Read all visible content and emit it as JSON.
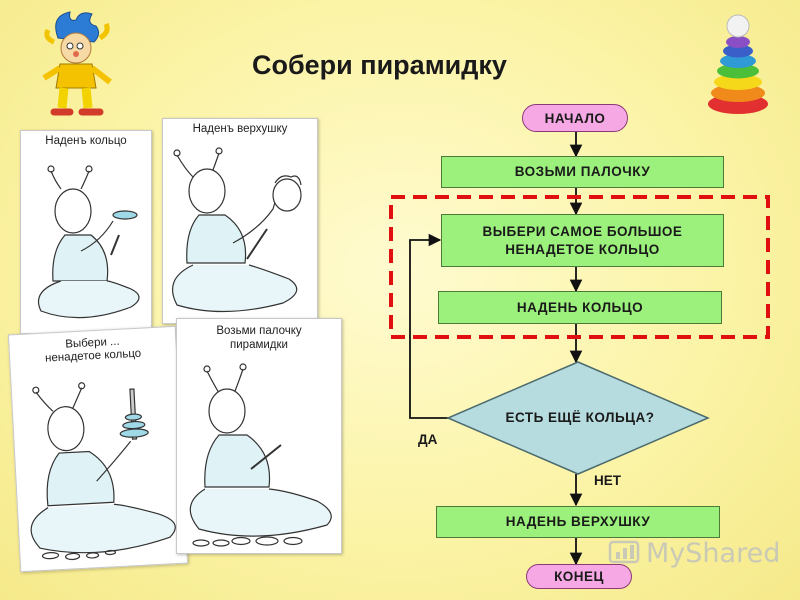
{
  "title": "Собери пирамидку",
  "cards": [
    {
      "caption": "Наденъ кольцо"
    },
    {
      "caption": "Наденъ верхушку"
    },
    {
      "caption_line1": "Выбери ...",
      "caption_line2": "ненадетое кольцо"
    },
    {
      "caption_line1": "Возьми палочку",
      "caption_line2": "пирамидки"
    }
  ],
  "flowchart": {
    "start": "НАЧАЛО",
    "step1": "ВОЗЬМИ ПАЛОЧКУ",
    "step2_line1": "ВЫБЕРИ САМОЕ БОЛЬШОЕ",
    "step2_line2": "НЕНАДЕТОЕ КОЛЬЦО",
    "step3": "НАДЕНЬ КОЛЬЦО",
    "condition": "ЕСТЬ ЕЩЁ КОЛЬЦА?",
    "yes_label": "ДА",
    "no_label": "НЕТ",
    "step4": "НАДЕНЬ ВЕРХУШКУ",
    "end": "КОНЕЦ"
  },
  "watermark": "MyShared",
  "colors": {
    "process_fill": "#9cf07c",
    "terminal_fill": "#f6a8e4",
    "decision_fill": "#b7dcdf",
    "loop_highlight": "#e01010"
  },
  "icons": [
    "cartoon-character-icon",
    "ring-pyramid-toy-icon",
    "myshared-logo-icon"
  ]
}
